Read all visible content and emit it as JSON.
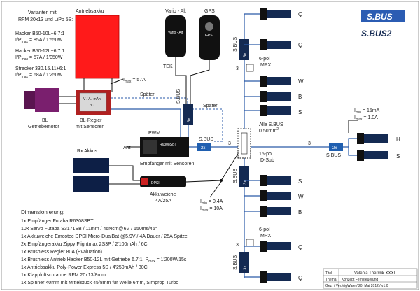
{
  "variants": {
    "heading": [
      "Varianten mit",
      "RFM 20x13 und LiPo 5S:"
    ],
    "v1": [
      "Hacker B50-10L+6.7:1",
      "I/P",
      "max",
      " = 85A / 1'550W"
    ],
    "v2": [
      "Hacker B50-12L+6.7:1",
      "I/P",
      "max",
      " = 57A / 1'050W"
    ],
    "v3": [
      "Strecker 330.15.11+6:1",
      "I/P",
      "max",
      " = 68A / 1'250W"
    ]
  },
  "battery": {
    "label": "Antriebsakku",
    "current": [
      "I",
      "max",
      " = 57A"
    ]
  },
  "motor": {
    "label": [
      "BL",
      "Getriebemotor"
    ]
  },
  "esc": {
    "screen": [
      "V / A / mAh",
      "°C"
    ],
    "label": [
      "BL-Regler",
      "mit Sensoren"
    ]
  },
  "vario": {
    "label": "Vario - Alt",
    "face": "Vario - Alt",
    "tek": "TEK"
  },
  "gps": {
    "label": "GPS",
    "face": "GPS"
  },
  "receiver": {
    "label": "Empfänger mit Sensoren",
    "ant": "Ant",
    "pwm": "PWM",
    "face": "R6308SBT"
  },
  "rx_battery": {
    "label": "Rx Akkus"
  },
  "switch": {
    "face": "DPSI",
    "label": [
      "Akkuweiche",
      "4A/25A"
    ],
    "current": [
      [
        "I",
        "min",
        " = 0.4A"
      ],
      [
        "I",
        "max",
        " = 10A"
      ]
    ]
  },
  "bus": {
    "sbus": "S.BUS",
    "sbus_label": [
      "Alle S.BUS",
      "0.50mm"
    ],
    "sbus_sup": "2",
    "spaeter": "Später",
    "x3": "3x",
    "x2": "2x",
    "n3": "3",
    "dsub": [
      "15-pol",
      "D-Sub"
    ],
    "mpx": [
      "6-pol",
      "MPX"
    ],
    "wing_current": [
      [
        "I",
        "min",
        " = 15mA"
      ],
      [
        "I",
        "max",
        " = 1.0A"
      ]
    ]
  },
  "servos": {
    "Q": "Q",
    "W": "W",
    "B": "B",
    "H": "H",
    "S": "S"
  },
  "logos": {
    "sbus": "S.BUS",
    "sbus2": "S.BUS2"
  },
  "dimensioning": {
    "title": "Dimensionierung:",
    "lines": [
      "1x Empfänger Futaba R6308SBT",
      "10x Servo Futaba S3171SB / 11mm / 46Ncm@6V / 150ms/45°",
      "1x Akkuweiche Emcotec DPSI Micro-DualBat @5.9V / 4A Dauer / 25A Spitze",
      "2x Empfängerakku Zippy Flightmax 2S3P / 2'100mAh / 6C",
      "1x Brushless Regler 80A (Evaluation)",
      "1x Brushless Antrieb Hacker B50-12L mit Getriebe 6.7:1, P",
      "1x Antriebsakku Poly-Power Express 5S / 4'250mAh / 30C",
      "1x Klappluftschraube RFM 20x13/8mm",
      "1x Spinner 40mm mit Mittelstück 45/8mm für Welle 6mm, Simprop Turbo"
    ],
    "pmax_sub": "max",
    "pmax_tail": " = 1'200W/15s"
  },
  "title_block": {
    "rows": [
      [
        "Titel",
        "Valenia Thermik XXXL"
      ],
      [
        "Thema",
        "Konzept Fernsteuerung"
      ],
      [
        "Gez. / Ver.",
        "MigWare / 20. Mai 2012 / v1.0"
      ]
    ]
  },
  "colors": {
    "red": "#ff1a1a",
    "esc": "#b02020",
    "motor": "#7a1f6e",
    "blue": "#1f5fb0",
    "navy": "#142a52"
  }
}
